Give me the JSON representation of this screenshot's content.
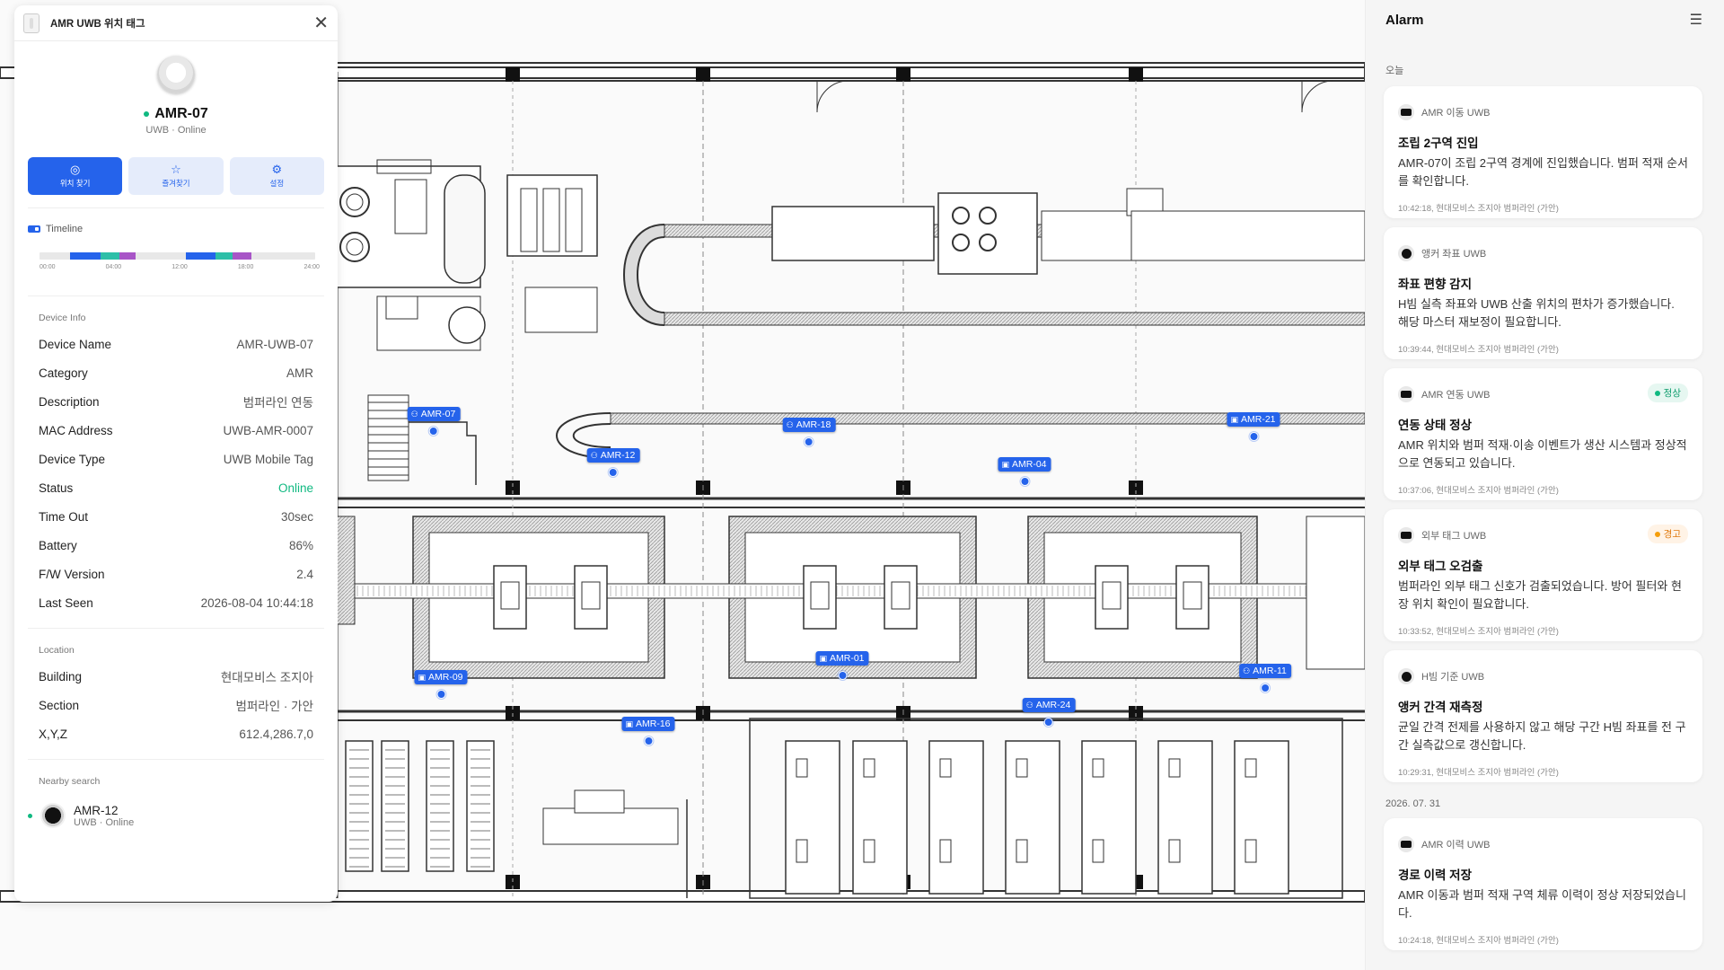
{
  "panel": {
    "title": "AMR UWB 위치 태그",
    "device_name": "AMR-07",
    "device_sub": "UWB · Online",
    "actions": [
      {
        "label": "위치 찾기",
        "icon": "target-icon"
      },
      {
        "label": "즐겨찾기",
        "icon": "star-icon"
      },
      {
        "label": "설정",
        "icon": "gear-icon"
      }
    ],
    "timeline": {
      "title": "Timeline",
      "ticks": [
        "00:00",
        "04:00",
        "12:00",
        "18:00",
        "24:00"
      ],
      "segments": [
        {
          "start": 0.11,
          "end": 0.22,
          "color": "#2563eb"
        },
        {
          "start": 0.22,
          "end": 0.29,
          "color": "#2dbfa8"
        },
        {
          "start": 0.29,
          "end": 0.35,
          "color": "#a855c7"
        },
        {
          "start": 0.53,
          "end": 0.64,
          "color": "#2563eb"
        },
        {
          "start": 0.64,
          "end": 0.7,
          "color": "#2dbfa8"
        },
        {
          "start": 0.7,
          "end": 0.77,
          "color": "#a855c7"
        }
      ]
    },
    "device_info_title": "Device Info",
    "device_info": [
      {
        "k": "Device Name",
        "v": "AMR-UWB-07"
      },
      {
        "k": "Category",
        "v": "AMR"
      },
      {
        "k": "Description",
        "v": "범퍼라인 연동"
      },
      {
        "k": "MAC Address",
        "v": "UWB-AMR-0007"
      },
      {
        "k": "Device Type",
        "v": "UWB Mobile Tag"
      },
      {
        "k": "Status",
        "v": "Online"
      },
      {
        "k": "Time Out",
        "v": "30sec"
      },
      {
        "k": "Battery",
        "v": "86%"
      },
      {
        "k": "F/W Version",
        "v": "2.4"
      },
      {
        "k": "Last Seen",
        "v": "2026-08-04 10:44:18"
      }
    ],
    "location_title": "Location",
    "location": [
      {
        "k": "Building",
        "v": "현대모비스 조지아"
      },
      {
        "k": "Section",
        "v": "범퍼라인 · 가안"
      },
      {
        "k": "X,Y,Z",
        "v": "612.4,286.7,0"
      }
    ],
    "nearby_title": "Nearby search",
    "nearby": [
      {
        "name": "AMR-12",
        "sub": "UWB · Online"
      }
    ]
  },
  "map": {
    "markers": [
      {
        "label": "AMR-07",
        "icon": "person-icon"
      },
      {
        "label": "AMR-18",
        "icon": "person-icon"
      },
      {
        "label": "AMR-12",
        "icon": "person-icon"
      },
      {
        "label": "AMR-21",
        "icon": "tag-icon"
      },
      {
        "label": "AMR-04",
        "icon": "tag-icon"
      },
      {
        "label": "AMR-09",
        "icon": "tag-icon"
      },
      {
        "label": "AMR-01",
        "icon": "tag-icon"
      },
      {
        "label": "AMR-11",
        "icon": "person-icon"
      },
      {
        "label": "AMR-24",
        "icon": "person-icon"
      },
      {
        "label": "AMR-16",
        "icon": "tag-icon"
      }
    ]
  },
  "alarm": {
    "title": "Alarm",
    "groups": [
      {
        "date": "오늘",
        "items": [
          {
            "source": "AMR 이동 UWB",
            "icon": "tag",
            "badge": "",
            "title": "조립 2구역 진입",
            "body": "AMR-07이 조립 2구역 경계에 진입했습니다. 범퍼 적재 순서를 확인합니다.",
            "time": "10:42:18, 현대모비스 조지아 범퍼라인 (가안)"
          },
          {
            "source": "앵커 좌표 UWB",
            "icon": "anchor",
            "badge": "",
            "title": "좌표 편향 감지",
            "body": "H빔 실측 좌표와 UWB 산출 위치의 편차가 증가했습니다. 해당 마스터 재보정이 필요합니다.",
            "time": "10:39:44, 현대모비스 조지아 범퍼라인 (가안)"
          },
          {
            "source": "AMR 연동 UWB",
            "icon": "tag",
            "badge": "정상",
            "badge_type": "ok",
            "title": "연동 상태 정상",
            "body": "AMR 위치와 범퍼 적재·이송 이벤트가 생산 시스템과 정상적으로 연동되고 있습니다.",
            "time": "10:37:06, 현대모비스 조지아 범퍼라인 (가안)"
          },
          {
            "source": "외부 태그 UWB",
            "icon": "tag",
            "badge": "경고",
            "badge_type": "warn",
            "title": "외부 태그 오검출",
            "body": "범퍼라인 외부 태그 신호가 검출되었습니다. 방어 필터와 현장 위치 확인이 필요합니다.",
            "time": "10:33:52, 현대모비스 조지아 범퍼라인 (가안)"
          },
          {
            "source": "H빔 기준 UWB",
            "icon": "anchor",
            "badge": "",
            "title": "앵커 간격 재측정",
            "body": "균일 간격 전제를 사용하지 않고 해당 구간 H빔 좌표를 전 구간 실측값으로 갱신합니다.",
            "time": "10:29:31, 현대모비스 조지아 범퍼라인 (가안)"
          }
        ]
      },
      {
        "date": "2026. 07. 31",
        "items": [
          {
            "source": "AMR 이력 UWB",
            "icon": "tag",
            "badge": "",
            "title": "경로 이력 저장",
            "body": "AMR 이동과 범퍼 적재 구역 체류 이력이 정상 저장되었습니다.",
            "time": "10:24:18, 현대모비스 조지아 범퍼라인 (가안)"
          }
        ]
      }
    ]
  }
}
